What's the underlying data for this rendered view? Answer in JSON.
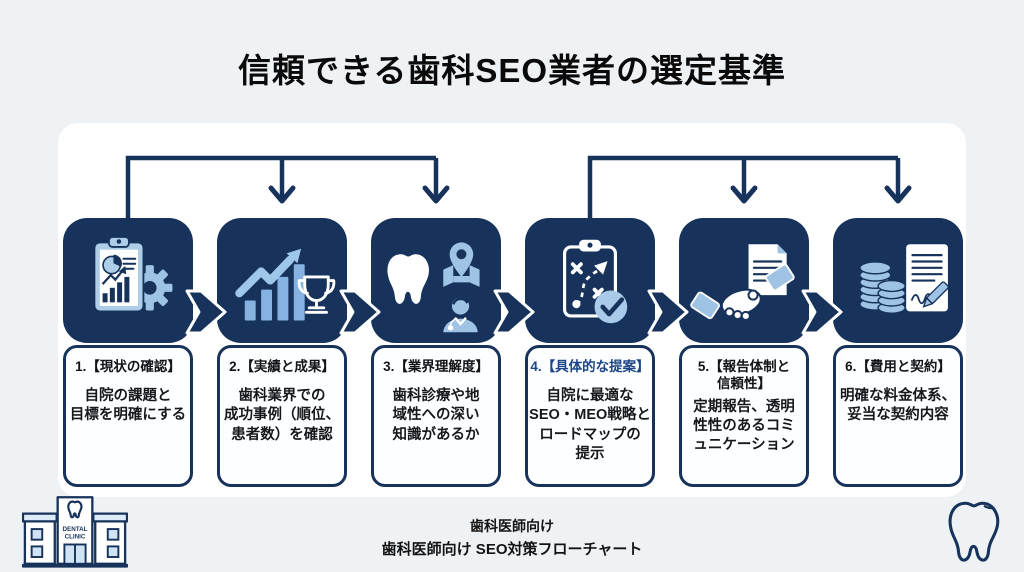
{
  "title": "信頼できる歯科SEO業者の選定基準",
  "steps": [
    {
      "icon": "clipboard-analytics-gear-icon",
      "heading": "1.【現状の確認】",
      "body": "自院の課題と\n目標を明確にする"
    },
    {
      "icon": "growth-chart-trophy-icon",
      "heading": "2.【実績と成果】",
      "body": "歯科業界での\n成功事例（順位、\n患者数）を確認"
    },
    {
      "icon": "tooth-map-pin-doctor-icon",
      "heading": "3.【業界理解度】",
      "body": "歯科診療や地\n域性への深い\n知識があるか"
    },
    {
      "icon": "strategy-clipboard-check-icon",
      "heading": "4.【具体的な提案】",
      "body": "自院に最適な\nSEO・MEO戦略と\nロードマップの\n提示"
    },
    {
      "icon": "handshake-document-icon",
      "heading": "5.【報告体制と\n信頼性】",
      "body": "定期報告、透明\n性性のあるコミ\nュニケーション"
    },
    {
      "icon": "coins-contract-pen-icon",
      "heading": "6.【費用と契約】",
      "body": "明確な料金体系、\n妥当な契約内容"
    }
  ],
  "footer": {
    "line1": "歯科医師向け",
    "line2": "歯科医師向け SEO対策フローチャート"
  },
  "clinic_sign": {
    "line1": "DENTAL",
    "line2": "CLINIC"
  },
  "colors": {
    "navy": "#17335b",
    "light_blue": "#9fc3e4",
    "pale_blue": "#aecde9",
    "background": "#eff2f5",
    "panel": "#ffffff",
    "step4_heading_blue": "#1c4587"
  }
}
